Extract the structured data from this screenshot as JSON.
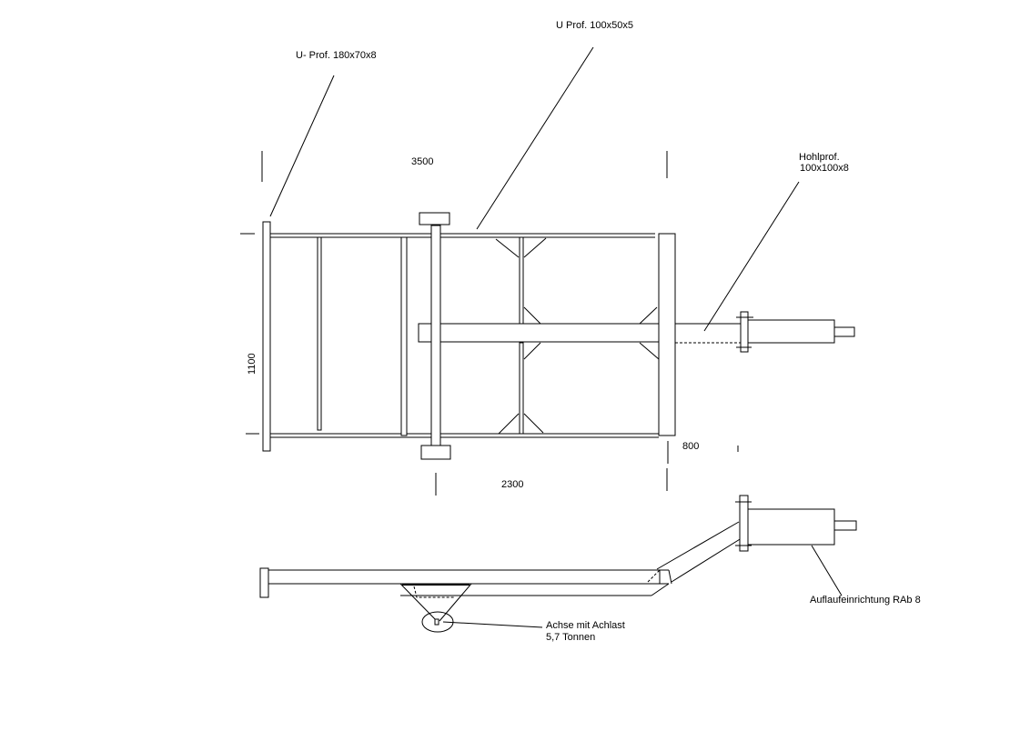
{
  "labels": {
    "main_frame_profile": "U- Prof. 180x70x8",
    "cross_profile": "U Prof. 100x50x5",
    "drawbar_profile_line1": "Hohlprof.",
    "drawbar_profile_line2": "100x100x8",
    "coupling": "Auflaufeinrichtung RAb 8",
    "axle_line1": "Achse mit Achlast",
    "axle_line2": "5,7 Tonnen"
  },
  "dimensions": {
    "overall_length": "3500",
    "width": "1100",
    "axle_to_front": "2300",
    "drawbar_length": "800"
  }
}
